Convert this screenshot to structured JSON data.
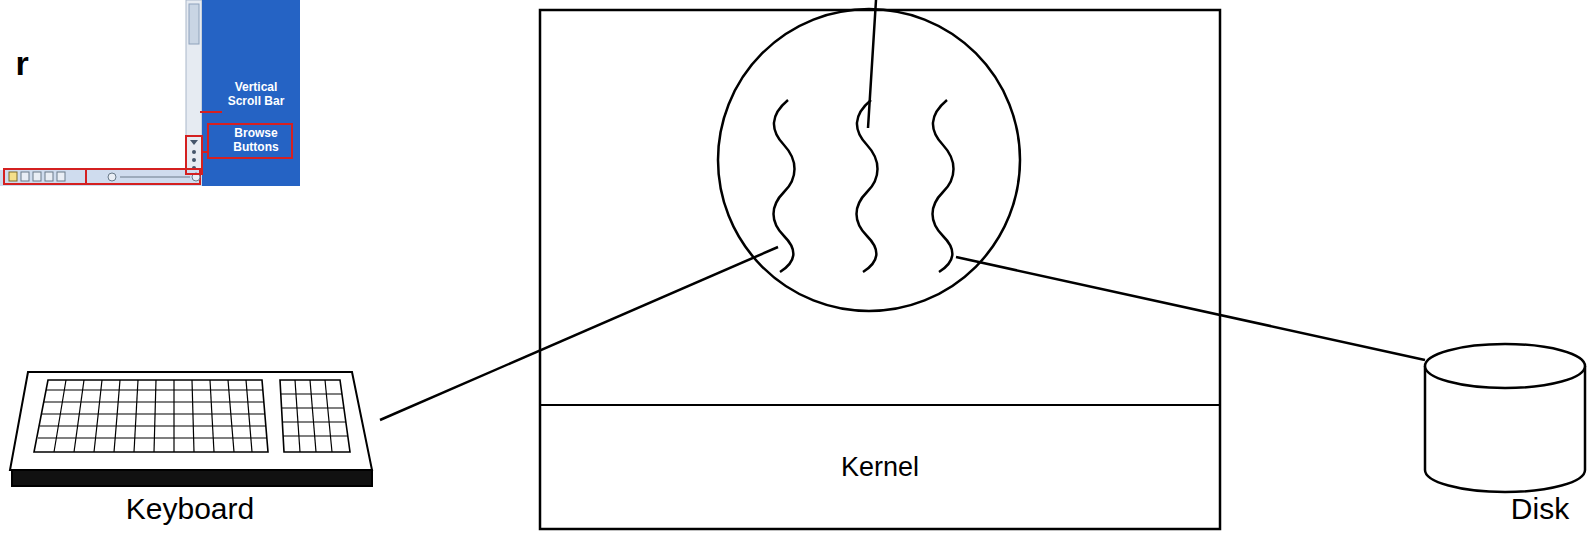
{
  "diagram": {
    "nodes": [
      {
        "text": [
          "Kernel"
        ]
      }
    ],
    "labels": [
      "r",
      "Vertical Scroll Bar",
      "Browse Buttons",
      "Keyboard",
      "Disk"
    ]
  }
}
